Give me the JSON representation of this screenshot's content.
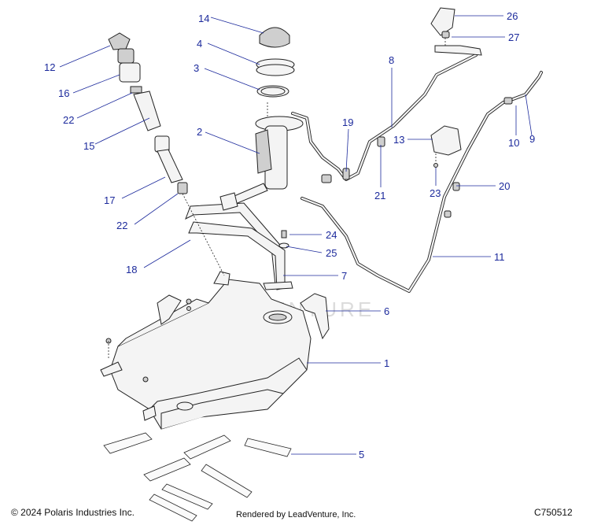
{
  "callouts": [
    {
      "id": "1",
      "label": "1"
    },
    {
      "id": "2",
      "label": "2"
    },
    {
      "id": "3",
      "label": "3"
    },
    {
      "id": "4",
      "label": "4"
    },
    {
      "id": "5",
      "label": "5"
    },
    {
      "id": "6",
      "label": "6"
    },
    {
      "id": "7",
      "label": "7"
    },
    {
      "id": "8",
      "label": "8"
    },
    {
      "id": "9",
      "label": "9"
    },
    {
      "id": "10",
      "label": "10"
    },
    {
      "id": "11",
      "label": "11"
    },
    {
      "id": "12",
      "label": "12"
    },
    {
      "id": "13",
      "label": "13"
    },
    {
      "id": "14",
      "label": "14"
    },
    {
      "id": "15",
      "label": "15"
    },
    {
      "id": "16",
      "label": "16"
    },
    {
      "id": "17",
      "label": "17"
    },
    {
      "id": "18",
      "label": "18"
    },
    {
      "id": "19",
      "label": "19"
    },
    {
      "id": "20",
      "label": "20"
    },
    {
      "id": "21",
      "label": "21"
    },
    {
      "id": "22a",
      "label": "22"
    },
    {
      "id": "22b",
      "label": "22"
    },
    {
      "id": "23",
      "label": "23"
    },
    {
      "id": "24",
      "label": "24"
    },
    {
      "id": "25",
      "label": "25"
    },
    {
      "id": "26",
      "label": "26"
    },
    {
      "id": "27",
      "label": "27"
    }
  ],
  "watermark": "LEADVENTURE",
  "footer": {
    "copyright": "© 2024 Polaris Industries Inc.",
    "rendered_by": "Rendered by LeadVenture, Inc.",
    "diagram_code": "C750512"
  },
  "colors": {
    "callout": "#1c2a9c",
    "line_art": "#222222"
  }
}
